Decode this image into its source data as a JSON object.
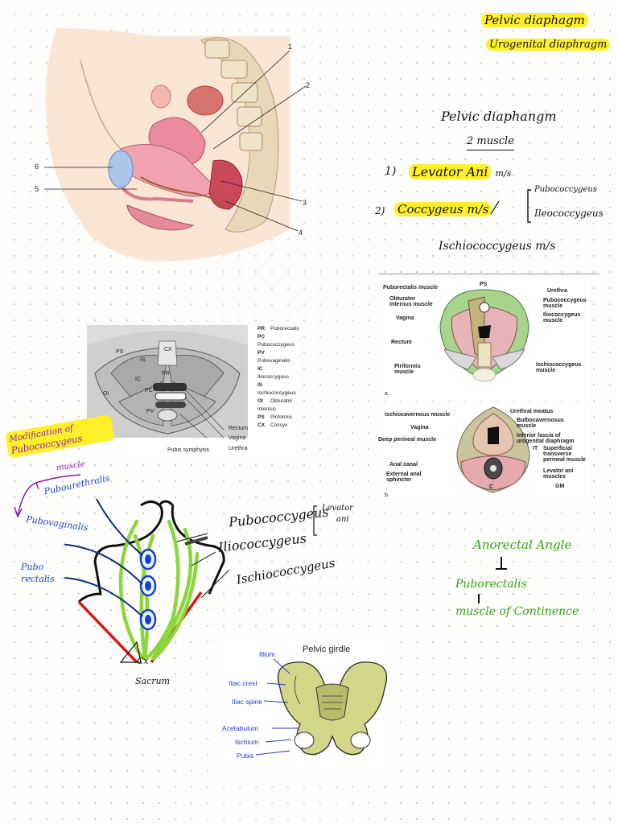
{
  "header_notes": {
    "title1": "Pelvic diaphagm",
    "title2": "Urogenital diaphragm"
  },
  "sagittal_figure": {
    "callouts": [
      "1",
      "2",
      "3",
      "4",
      "5",
      "6"
    ]
  },
  "pelvic_diaphragm_notes": {
    "heading": "Pelvic diaphangm",
    "subheading": "2 muscle",
    "item1_num": "1)",
    "item1": "Levator Ani",
    "item1_suffix": "m/s",
    "item2_num": "2)",
    "item2": "Coccygeus m/s",
    "branches": [
      "Pubococcygeus",
      "Ileococcygeus"
    ],
    "item3": "Ischiococcygeus m/s"
  },
  "inferior_view_figure": {
    "region_labels": [
      "PS",
      "IS",
      "CX",
      "IC",
      "PR",
      "OI",
      "PC",
      "PV"
    ],
    "legend": [
      {
        "abbr": "PR",
        "name": "Puborectalis"
      },
      {
        "abbr": "PC",
        "name": "Pubococcygeus"
      },
      {
        "abbr": "PV",
        "name": "Pubovaginalis"
      },
      {
        "abbr": "IC",
        "name": "Iliococcygeus"
      },
      {
        "abbr": "IS",
        "name": "Ischiococcygeus"
      },
      {
        "abbr": "OI",
        "name": "Obturator internus"
      },
      {
        "abbr": "PS",
        "name": "Piriformis"
      },
      {
        "abbr": "CX",
        "name": "Coccyx"
      }
    ],
    "pointer_labels": [
      "Rectum",
      "Vagina",
      "Urethra"
    ],
    "bottom_label": "Pubis symphysis"
  },
  "perineum_figure_a": {
    "labels_left": [
      "Puborectalis muscle",
      "Obturator internus muscle",
      "Vagina",
      "Rectum",
      "Piriformis muscle"
    ],
    "label_top": "PS",
    "labels_right": [
      "Urethra",
      "Pubococcygeus muscle",
      "Iliococcygeus muscle",
      "Ischiococcygeus muscle"
    ],
    "panel_letter": "a."
  },
  "perineum_figure_b": {
    "labels_left": [
      "Ischiocavernous muscle",
      "Vagina",
      "Deep perineal muscle",
      "Anal canal",
      "External anal sphincter"
    ],
    "labels_right": [
      "Urethral meatus",
      "Bulbocavernosus muscle",
      "Inferior fascia of urogenital diaphragm",
      "IT",
      "Superficial transverse perineal muscle",
      "Levator ani muscles",
      "GM"
    ],
    "label_c": "C",
    "panel_letter": "b."
  },
  "modification_notes": {
    "line1": "Modification of",
    "line2": "Pubococcygeus",
    "line3": "muscle",
    "branch1": "Puboureth",
    "branch1b": "ralis",
    "branch2": "Pubovaginalis",
    "branch3": "Pubo",
    "branch3b": "rectalis"
  },
  "sketch_labels": {
    "pubococcygeus": "Pubococcygeus",
    "iliococcygeus": "Iliococcygeus",
    "ischiococcygeus": "Ischiococcygeus",
    "levator": "Levator",
    "ani": "ani",
    "cx": "Cx",
    "sacrum": "Sacrum"
  },
  "anorectal_notes": {
    "heading": "Anorectal Angle",
    "line1": "Puborectalis",
    "line2": "muscle of Continence"
  },
  "pelvic_girdle": {
    "title": "Pelvic girdle",
    "labels": [
      "Illium",
      "Iliac crest",
      "Iliac spine",
      "Acetabulum",
      "Ischium",
      "Pubis"
    ]
  },
  "colors": {
    "highlight_yellow": "#fff02a",
    "highlight_green": "#b9ff5a",
    "ink_purple": "#8b1fa8",
    "ink_blue": "#1a3fd0",
    "ink_green": "#35a316",
    "muscle_green": "#8cd63c",
    "boundary_red": "#d8191b"
  }
}
